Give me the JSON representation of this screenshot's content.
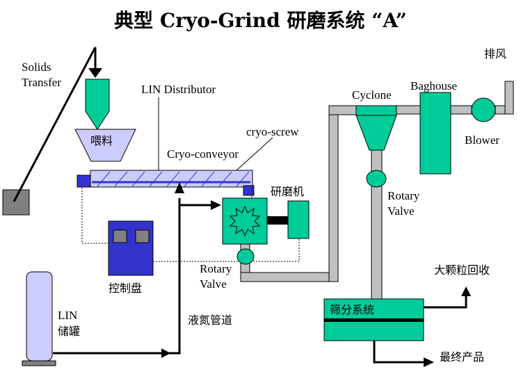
{
  "title": "典型 Cryo-Grind 研磨系统 “A”",
  "labels": {
    "solids_transfer_1": "Solids",
    "solids_transfer_2": "Transfer",
    "lin_distributor": "LIN Distributor",
    "feed_hopper": "喂料",
    "cryo_screw": "cryo-screw",
    "cryo_conveyor": "Cryo-conveyor",
    "grinder": "研磨机",
    "control_panel": "控制盘",
    "rotary_valve_1_line1": "Rotary",
    "rotary_valve_1_line2": "Valve",
    "lin_tank_1": "LIN",
    "lin_tank_2": "储罐",
    "ln2_pipeline": "液氮管道",
    "cyclone": "Cyclone",
    "baghouse": "Baghouse",
    "exhaust": "排风",
    "blower": "Blower",
    "rotary_valve_2_line1": "Rotary",
    "rotary_valve_2_line2": "Valve",
    "large_particle_recovery": "大颗粒回收",
    "screening_system": "筛分系统",
    "final_product": "最终产品"
  },
  "colors": {
    "equipment": "#00cc99",
    "conveyor": "#ccccff",
    "control": "#3333cc",
    "duct": "#c0c0c0",
    "tank": "#ccccff"
  },
  "icons": [
    "down-arrow-icon",
    "right-arrow-icon",
    "up-arrow-icon",
    "star-burst-icon"
  ]
}
